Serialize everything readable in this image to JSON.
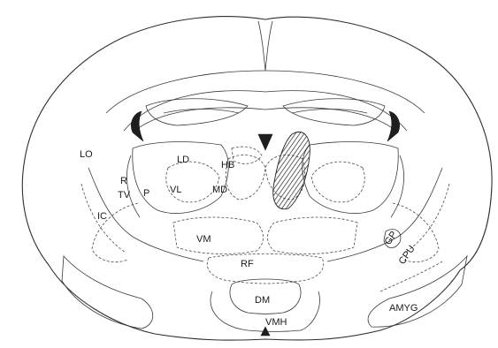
{
  "labels": {
    "lo": "LO",
    "ld": "LD",
    "hb": "HB",
    "md": "MD",
    "r": "R",
    "tv": "TV",
    "p": "P",
    "vl": "VL",
    "ic": "IC",
    "vm": "VM",
    "rf": "RF",
    "dm": "DM",
    "vmh": "VMH",
    "gp": "GP",
    "cpu": "CPU",
    "amyg": "AMYG"
  },
  "colors": {
    "line": "#2e2e2e",
    "fill": "#1e1e1e",
    "lesion_hatch": "#222222",
    "background": "#ffffff"
  }
}
